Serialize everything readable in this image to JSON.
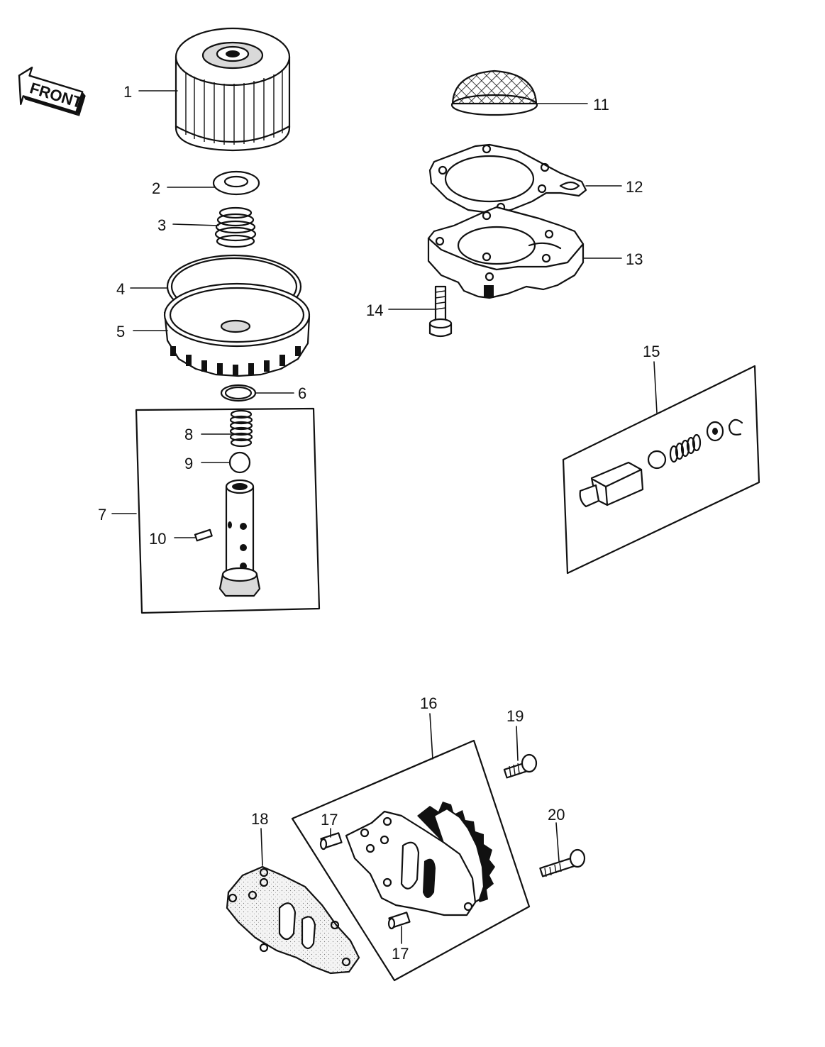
{
  "front_label": "FRONT",
  "callouts": {
    "c1": "1",
    "c2": "2",
    "c3": "3",
    "c4": "4",
    "c5": "5",
    "c6": "6",
    "c7": "7",
    "c8": "8",
    "c9": "9",
    "c10": "10",
    "c11": "11",
    "c12": "12",
    "c13": "13",
    "c14": "14",
    "c15": "15",
    "c16": "16",
    "c17a": "17",
    "c17b": "17",
    "c18": "18",
    "c19": "19",
    "c20": "20"
  }
}
